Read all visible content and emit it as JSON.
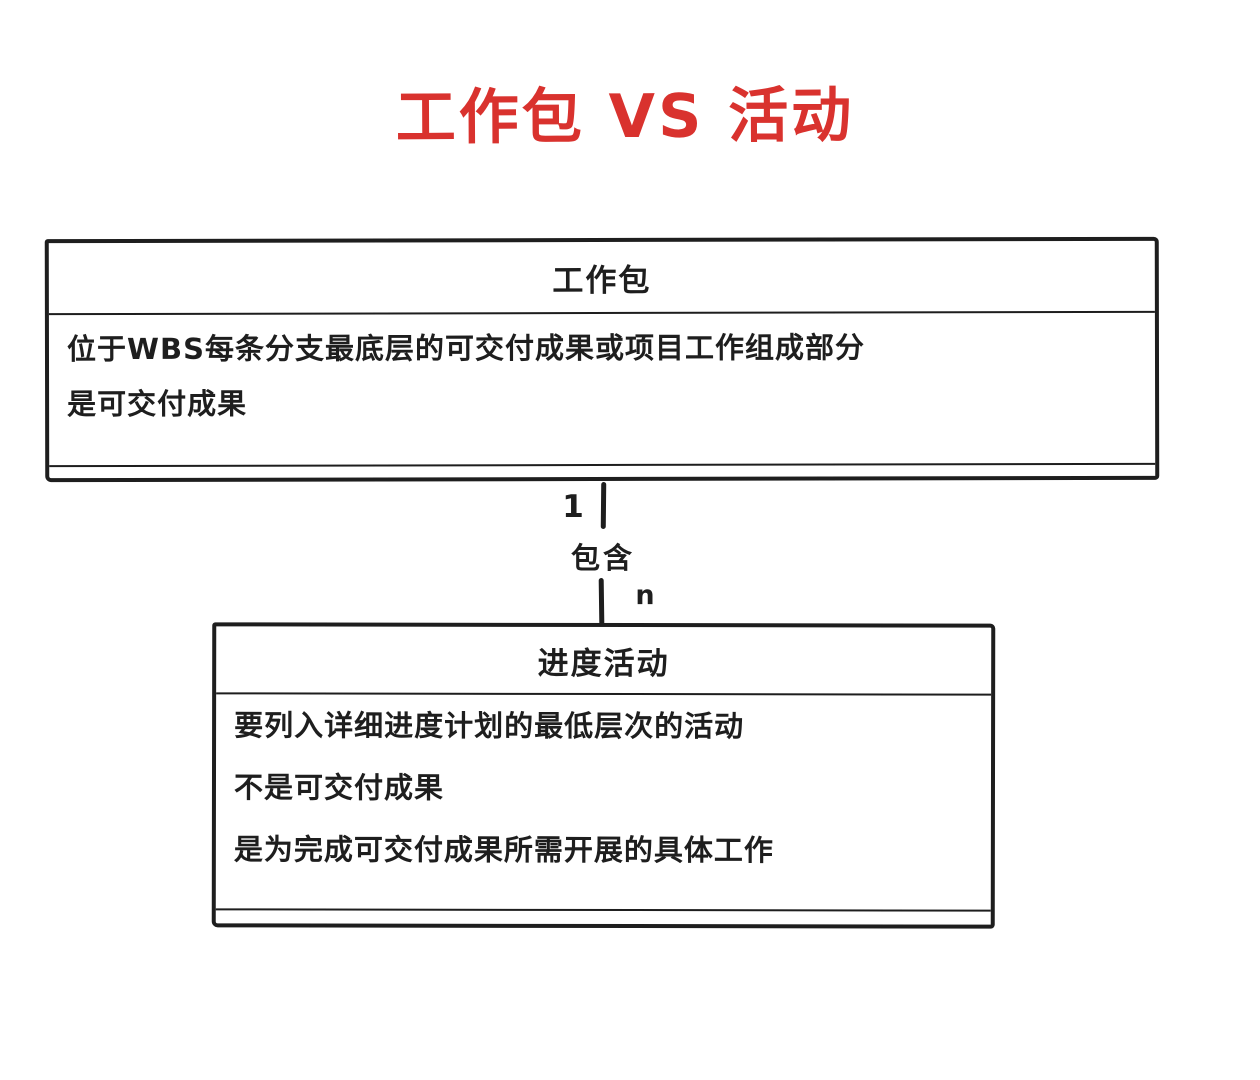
{
  "title": {
    "text": "工作包 VS 活动",
    "color": "#d9322e"
  },
  "work_package_box": {
    "header": "工作包",
    "lines": [
      "位于WBS每条分支最底层的可交付成果或项目工作组成部分",
      "是可交付成果"
    ]
  },
  "relationship": {
    "source_multiplicity": "1",
    "label": "包含",
    "target_multiplicity": "n"
  },
  "activity_box": {
    "header": "进度活动",
    "lines": [
      "要列入详细进度计划的最低层次的活动",
      "不是可交付成果",
      "是为完成可交付成果所需开展的具体工作"
    ]
  },
  "colors": {
    "accent_red": "#d9322e",
    "stroke": "#1e1e1e",
    "background": "#ffffff"
  }
}
